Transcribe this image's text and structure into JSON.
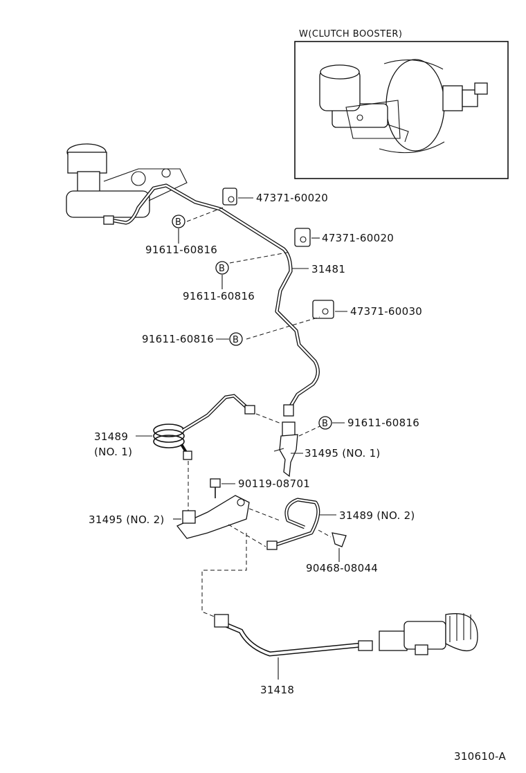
{
  "inset": {
    "title": "W(CLUTCH  BOOSTER)"
  },
  "labels": {
    "clip_1": "47371-60020",
    "clip_2": "47371-60020",
    "clip_3": "47371-60030",
    "bolt_a": "91611-60816",
    "bolt_b": "91611-60816",
    "bolt_c": "91611-60816",
    "bolt_d": "91611-60816",
    "tube_31481": "31481",
    "tube_31489_no1": "31489",
    "tube_31489_no1_suffix": "(NO. 1)",
    "bracket_31495_no1": "31495 (NO. 1)",
    "bolt_90119": "90119-08701",
    "bracket_31495_no2": "31495 (NO. 2)",
    "tube_31489_no2": "31489 (NO. 2)",
    "clip_90468": "90468-08044",
    "hose_31418": "31418",
    "diagram_code": "310610-A"
  },
  "bolt_marker": "B"
}
